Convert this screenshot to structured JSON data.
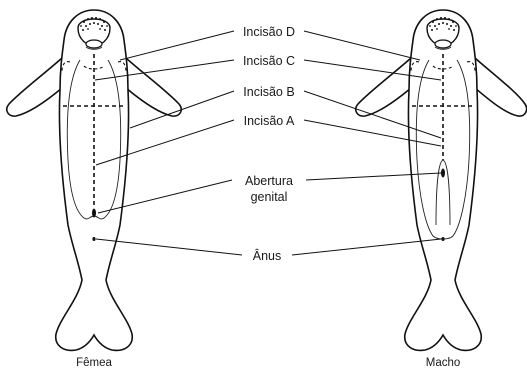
{
  "labels": {
    "incision_d": "Incisão D",
    "incision_c": "Incisão C",
    "incision_b": "Incisão B",
    "incision_a": "Incisão A",
    "genital_line1": "Abertura",
    "genital_line2": "genital",
    "anus": "Ânus"
  },
  "captions": {
    "female": "Fêmea",
    "male": "Macho"
  }
}
